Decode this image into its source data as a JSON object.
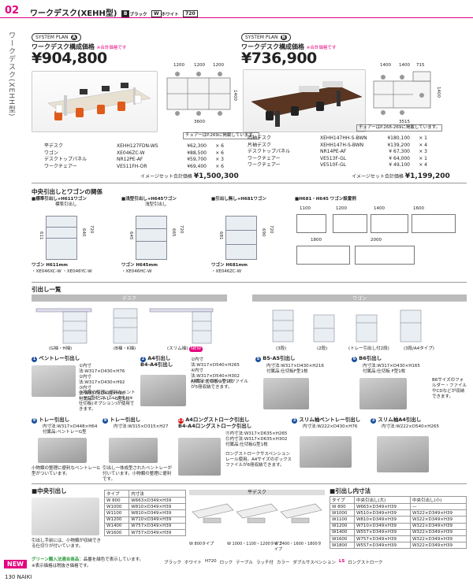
{
  "header": {
    "page_number": "02",
    "title": "ワークデスク(XEHH型)",
    "tag_b": "B",
    "tag_b_text": "ブラック",
    "tag_w": "W",
    "tag_w_text": "ホワイト",
    "tag_720": "720",
    "side_text": "ワークデスク(XEHH型)"
  },
  "planA": {
    "label": "SYSTEM PLAN",
    "letter": "A",
    "heading": "ワークデスク構成価格",
    "note": "※合計価格です",
    "price": "¥904,800",
    "dims": [
      "1200",
      "1200",
      "1200",
      "1400",
      "3600"
    ],
    "chair_note": "チェアーはP.269に掲載しています。",
    "items": [
      {
        "n": "平デスク",
        "c": "XEHH127FDN-WS",
        "p": "¥62,300",
        "q": "× 6"
      },
      {
        "n": "ワゴン",
        "c": "XE046ZC-W",
        "p": "¥88,500",
        "q": "× 6"
      },
      {
        "n": "デスクトップパネル",
        "c": "NR12PE-AF",
        "p": "¥59,700",
        "q": "× 3"
      },
      {
        "n": "ワークチェアー",
        "c": "VE511FH-OR",
        "p": "¥69,400",
        "q": "× 6"
      }
    ],
    "total_label": "イメージセット合計価格",
    "total": "¥1,500,300"
  },
  "planB": {
    "label": "SYSTEM PLAN",
    "letter": "B",
    "heading": "ワークデスク構成価格",
    "note": "※合計価格です",
    "price": "¥736,900",
    "dims": [
      "1400",
      "1400",
      "715",
      "1400",
      "3515"
    ],
    "chair_note": "チェアーはP.268-269に掲載しています。",
    "items": [
      {
        "n": "両袖デスク",
        "c": "XEHH147HH-S-BWN",
        "p": "¥180,100",
        "q": "× 1"
      },
      {
        "n": "片袖デスク",
        "c": "XEHH147H-S-BWN",
        "p": "¥139,200",
        "q": "× 4"
      },
      {
        "n": "デスクトップパネル",
        "c": "NR14PE-AF",
        "p": "¥ 67,300",
        "q": "× 3"
      },
      {
        "n": "ワークチェアー",
        "c": "VE513F-GL",
        "p": "¥ 64,000",
        "q": "× 1"
      },
      {
        "n": "ワークチェアー",
        "c": "VE510F-GL",
        "p": "¥ 49,100",
        "q": "× 4"
      }
    ],
    "total_label": "イメージセット合計価格",
    "total": "¥1,199,200"
  },
  "relation": {
    "title": "中央引出しとワゴンの関係",
    "cols": [
      {
        "head": "■標準引出し+H611ワゴン",
        "sub": "標準引出し",
        "name": "ワゴン H611mm",
        "code": "・XE046XC-W ・XE046YC-W",
        "d1": "611",
        "d2": "640",
        "d3": "720"
      },
      {
        "head": "■浅型引出し+H645ワゴン",
        "sub": "浅型引出し",
        "name": "ワゴン H645mm",
        "code": "・XE046HC-W",
        "d1": "645",
        "d2": "665",
        "d3": "720"
      },
      {
        "head": "■引出し無し+H681ワゴン",
        "sub": "",
        "name": "ワゴン H681mm",
        "code": "・XE046ZC-W",
        "d1": "681",
        "d2": "690",
        "d3": "720"
      }
    ],
    "layout_title": "■H681・H645 ワゴン設置例",
    "layout_dims": [
      "1100",
      "1200",
      "1400",
      "1600",
      "1800",
      "2000"
    ]
  },
  "drawers": {
    "title": "引出し一覧",
    "desk_label": "デスク",
    "wagon_label": "ワゴン",
    "types": [
      "(G袖・H袖)",
      "(B袖・K袖)",
      "(スリム袖)",
      "(3段)",
      "(2段)",
      "(トレー引出し付2段)",
      "(3段/A4タイプ)"
    ],
    "new": "NEW",
    "parts": [
      {
        "t": "ベントレー引出し",
        "d": "①内寸法:W317×D430×H76\n②内寸法:W317×D430×H92\n③内寸法:W317×D430×H98\n付属品:ベントレーG型1枚",
        "note": "小物類の整理に便利なベントレーG型がついています。※仕切板(オプション)が使用できます。"
      },
      {
        "t": "A4引出し\nB4-A4引出し",
        "d": "②内寸法:W317×D540×H265\n④内寸法:W317×D540×H302\n付属品:仕切板G型1枚",
        "note": "A4サイズのボックスファイルが5冊収納できます。"
      },
      {
        "t": "B5-A5引出し",
        "d": "内寸法:W317×D430×H216\n付属品:仕切板F型1枚",
        "note": ""
      },
      {
        "t": "B6引出し",
        "d": "内寸法:W317×D430×H165\n付属品:仕切板 F型1枚",
        "note": "B6サイズのフォルダー・ファイルやCDなどが収納できます。"
      },
      {
        "t": "トレー引出し",
        "d": "内寸法:W317×D448×H64\n付属品:ベントレーG型",
        "note": "小物類の整理に便利なベントレーG型がついています。"
      },
      {
        "t": "トレー引出し",
        "d": "内寸法:W315×D315×H27",
        "note": "引出し一体成型されたベントレーが付いています。小物類の整理に便利です。"
      },
      {
        "t": "A4ロングストローク引出し\nB4-A4ロングストローク引出し",
        "d": "⑪内寸法:W317×D635×H265\n⑫内寸法:W317×D635×H302\n付属品:仕切板G型1枚",
        "note": "ロングストロークサスペンションレール使用。A4サイズのボックスファイルが6冊収納できます。"
      },
      {
        "t": "スリム袖ベントレー引出し",
        "d": "内寸法:W222×D430×H76",
        "note": ""
      },
      {
        "t": "スリム袖A4引出し",
        "d": "内寸法:W222×D540×H265",
        "note": ""
      }
    ]
  },
  "center": {
    "title": "■中央引出し",
    "cap": "引出し手前には、小物類が収納できる仕切りが付いています。",
    "headers": [
      "タイプ",
      "内寸法"
    ],
    "rows": [
      [
        "W 800",
        "W663×D349×H39"
      ],
      [
        "W1000",
        "W810×D349×H39"
      ],
      [
        "W1100",
        "W810×D349×H39"
      ],
      [
        "W1200",
        "W710×D349×H39"
      ],
      [
        "W1400",
        "W757×D349×H39"
      ],
      [
        "W1600",
        "W757×D349×H39"
      ]
    ],
    "flat_title": "平デスク",
    "flat_caps": [
      "W 800タイプ",
      "W 1000・1100・1200タイプ",
      "W 1400・1600・1800タイプ"
    ]
  },
  "inner": {
    "title": "■引出し内寸法",
    "headers": [
      "タイプ",
      "中央引出し(大)",
      "中央引出し(小)"
    ],
    "rows": [
      [
        "W 800",
        "W663×D349×H39",
        "—"
      ],
      [
        "W1000",
        "W510×D349×H39",
        "W322×D349×H39"
      ],
      [
        "W1100",
        "W810×D349×H39",
        "W322×D349×H39"
      ],
      [
        "W1200",
        "W710×D349×H39",
        "W322×D349×H39"
      ],
      [
        "W1400",
        "W557×D349×H39",
        "W322×D349×H39"
      ],
      [
        "W1600",
        "W757×D349×H39",
        "W322×D349×H39"
      ],
      [
        "W1800",
        "W557×D349×H39",
        "W322×D349×H39"
      ]
    ]
  },
  "legend": {
    "green": "グリーン購入法適合商品",
    "green2": "：品番を緑色で表示しています。",
    "note": "※表示価格は税抜き価格です。",
    "items": [
      "ブラック",
      "ホワイト",
      "H720",
      "ロック",
      "テーブル",
      "ラッチ付",
      "カラー",
      "ダブルサスペンション",
      "LS",
      "ロングストローク"
    ]
  },
  "footer": {
    "new": "NEW",
    "page": "130",
    "brand": "NAIKI"
  }
}
